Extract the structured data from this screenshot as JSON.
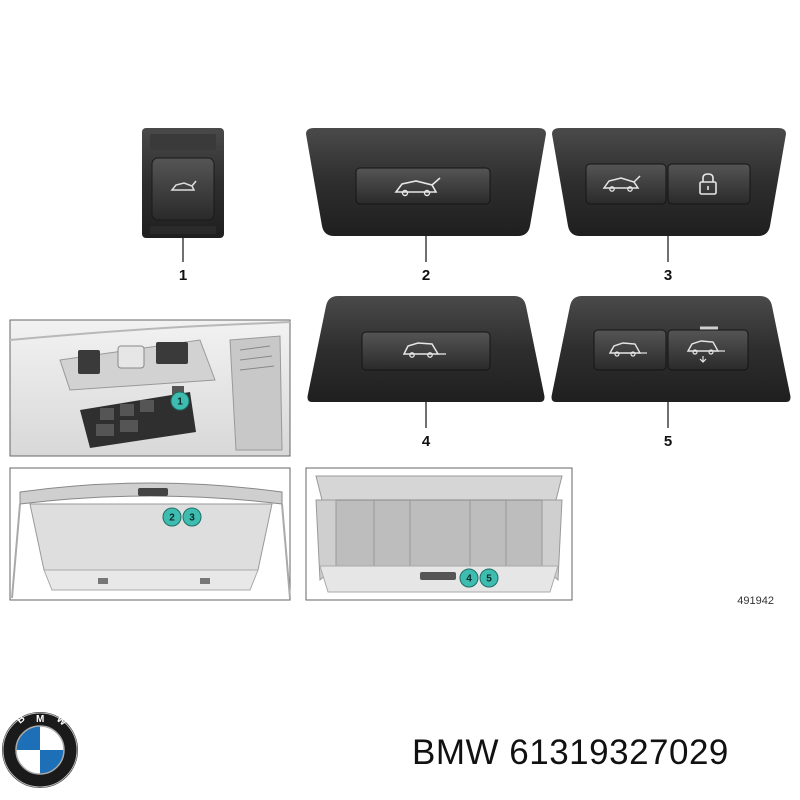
{
  "parts": [
    {
      "number": "1",
      "icon": "tailgate-open-icon"
    },
    {
      "number": "2",
      "icon": "tailgate-open-icon"
    },
    {
      "number": "3",
      "icons": [
        "tailgate-open-icon",
        "lock-icon"
      ]
    },
    {
      "number": "4",
      "icon": "tailgate-close-icon"
    },
    {
      "number": "5",
      "icons": [
        "tailgate-close-icon",
        "tailgate-close-lower-icon"
      ]
    }
  ],
  "detail_badges": {
    "door_panel": [
      "1"
    ],
    "tailgate_open": [
      "2",
      "3"
    ],
    "tailgate_interior": [
      "4",
      "5"
    ]
  },
  "drawing_number": "491942",
  "footer": {
    "brand": "BMW",
    "part_number": "61319327029",
    "logo_letters": "BMW"
  },
  "colors": {
    "badge_fill": "#3fbcb0",
    "button_dark": "#2c2c2c",
    "button_light": "#4a4a4a",
    "logo_blue": "#1d6fb8"
  }
}
